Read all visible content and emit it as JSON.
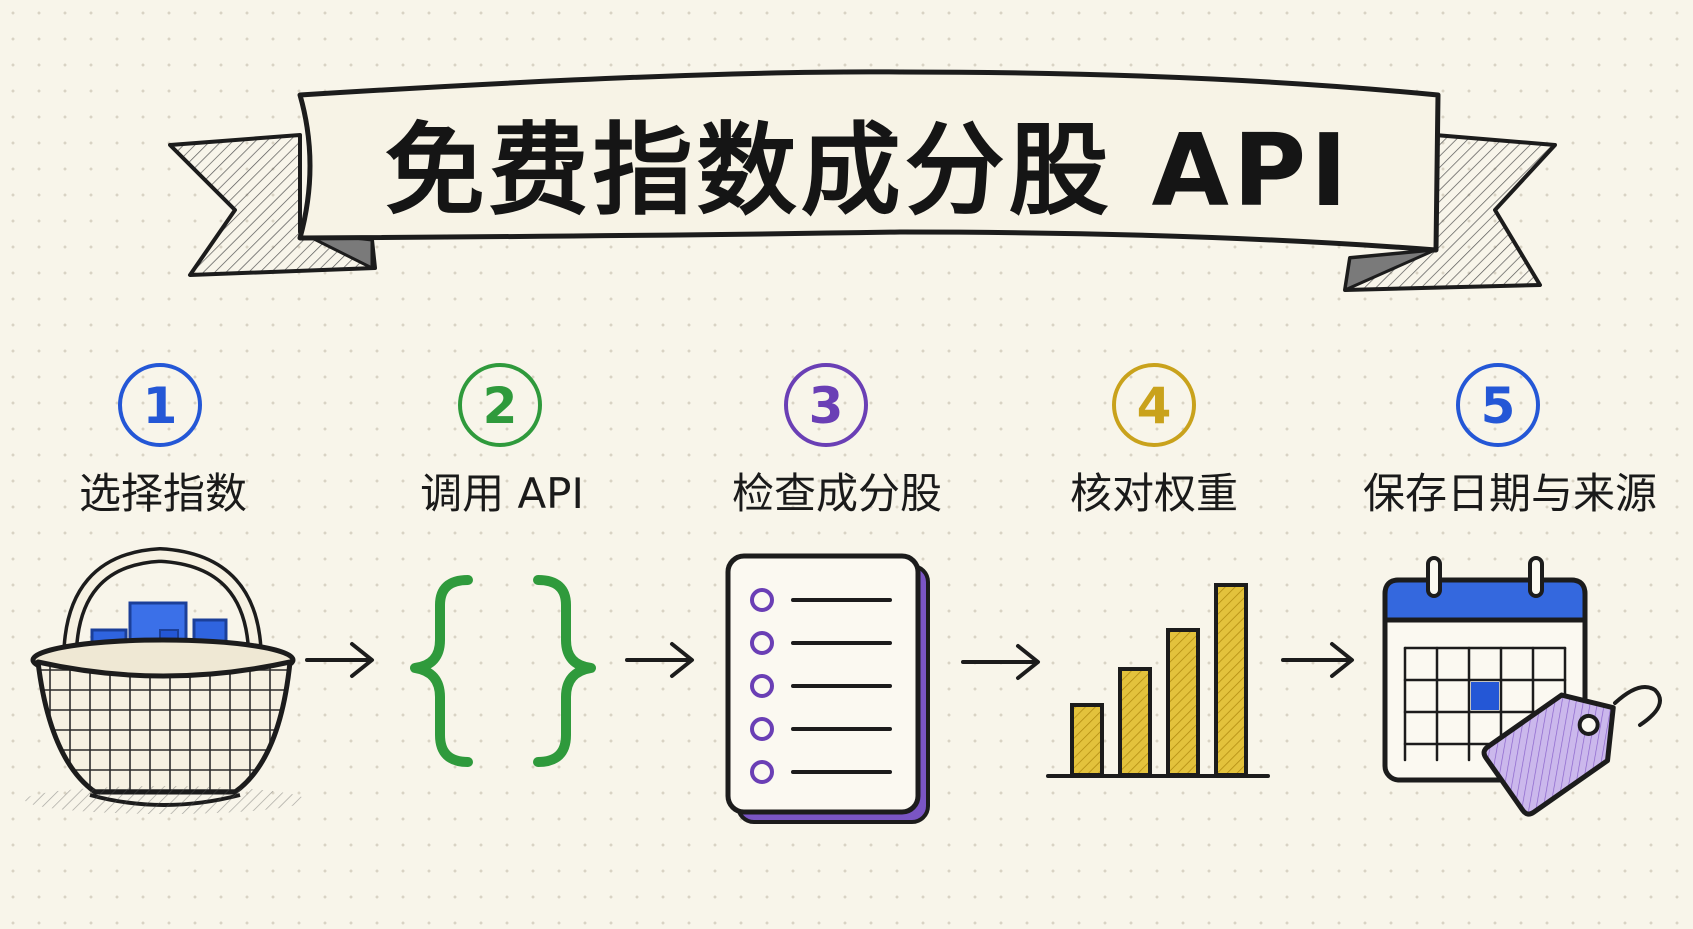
{
  "title": "免费指数成分股 API",
  "colors": {
    "blue": "#2457d6",
    "green": "#2f9a3c",
    "purple": "#6a3fb5",
    "gold": "#c9a21c",
    "ink": "#1c1c1c",
    "paper": "#f8f5ea"
  },
  "steps": [
    {
      "number": "1",
      "label": "选择指数",
      "color": "#2457d6",
      "icon": "basket-icon"
    },
    {
      "number": "2",
      "label": "调用 API",
      "color": "#2f9a3c",
      "icon": "braces-icon"
    },
    {
      "number": "3",
      "label": "检查成分股",
      "color": "#6a3fb5",
      "icon": "checklist-icon"
    },
    {
      "number": "4",
      "label": "核对权重",
      "color": "#c9a21c",
      "icon": "bar-chart-icon"
    },
    {
      "number": "5",
      "label": "保存日期与来源",
      "color": "#2457d6",
      "icon": "calendar-tag-icon"
    }
  ]
}
